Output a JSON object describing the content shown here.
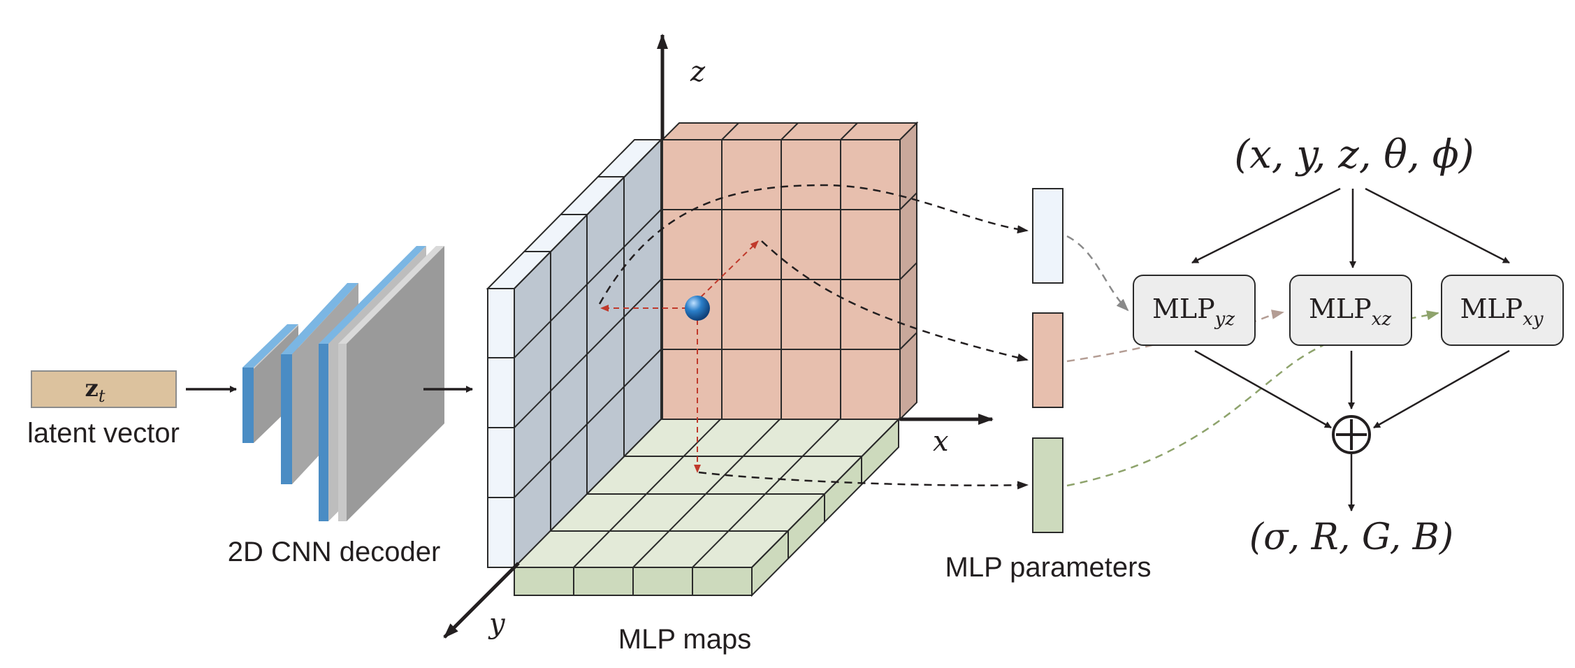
{
  "labels": {
    "latent_symbol": "z",
    "latent_subscript": "t",
    "latent_caption": "latent vector",
    "cnn_caption": "2D CNN decoder",
    "maps_caption": "MLP maps",
    "params_caption": "MLP parameters",
    "axis_x": "x",
    "axis_y": "y",
    "axis_z": "z",
    "input_tuple": "(x, y, z, θ, ϕ)",
    "output_tuple": "(σ, R, G, B)",
    "sum_symbol": "⊕"
  },
  "mlps": [
    {
      "base": "MLP",
      "subscript": "yz"
    },
    {
      "base": "MLP",
      "subscript": "xz"
    },
    {
      "base": "MLP",
      "subscript": "xy"
    }
  ],
  "colors": {
    "latent_fill": "#dcc29e",
    "yz_plane": "#bdc6d0",
    "yz_edge": "#f0f5fb",
    "xz_plane": "#e7bfae",
    "xz_side": "#c9a89b",
    "xy_plane": "#e3ead8",
    "xy_edge": "#cddabd",
    "param_yz": "#eef4fb",
    "param_xz": "#e7bfae",
    "param_xy": "#cddabd",
    "cnn_blue": "#5aa0d6",
    "cnn_gray": "#9c9c9c",
    "mlp_box": "#ededed",
    "arrow_red": "#c0392b",
    "arrow_xz": "#b49d94",
    "arrow_xy": "#8ea36c",
    "sphere": "#2b7fc9"
  }
}
